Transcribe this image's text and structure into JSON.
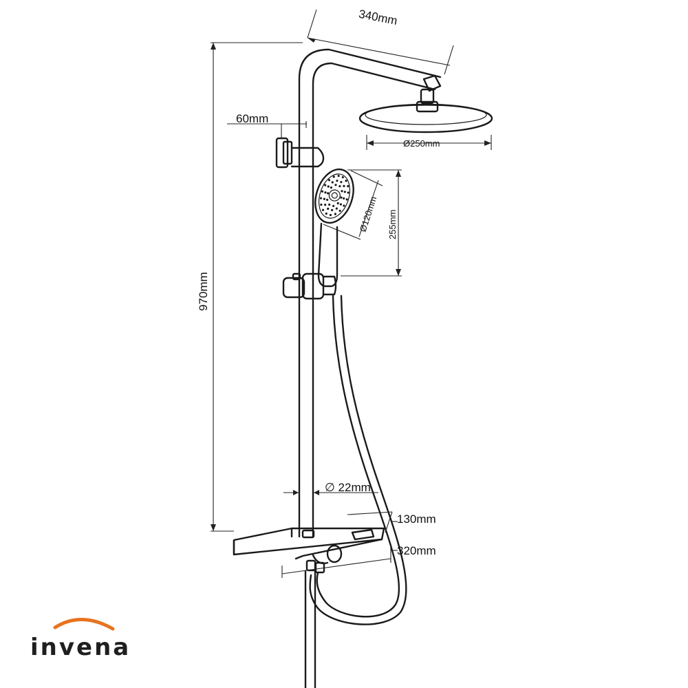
{
  "dimensions": {
    "arm_length": "340mm",
    "bracket_width": "60mm",
    "head_diameter": "Ø250mm",
    "handshower_diameter": "Ø120mm",
    "handshower_length": "255mm",
    "total_height": "970mm",
    "pipe_diameter": "∅ 22mm",
    "shelf_depth": "130mm",
    "shelf_width": "320mm"
  },
  "brand": {
    "name": "invena",
    "swoosh_color": "#e8731f",
    "text_color": "#1f1f1f"
  }
}
